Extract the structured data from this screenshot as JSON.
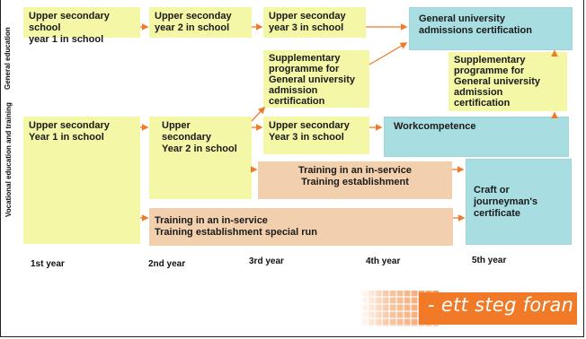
{
  "side_labels": {
    "general": "General education",
    "vocational": "Vocational education and training"
  },
  "boxes": {
    "gen_y1": "Upper secondary school\nyear 1 in  school",
    "gen_y2": "Upper seconday\nyear 2 in school",
    "gen_y3": "Upper seconday\nyear 3 in school",
    "gen_cert": "General university\nadmissions certification",
    "supp_y3": "Supplementary\nprogramme for\nGeneral university\nadmission\ncertification",
    "supp_y5": "Supplementary\nprogramme for\nGeneral university\nadmission\ncertification",
    "voc_y1": "Upper secondary\nYear 1 in school",
    "voc_y2": "Upper secondary\nYear 2 in school",
    "voc_y3": "Upper secondary\nYear 3 in school",
    "workcomp": "Workcompetence",
    "training": "Training in an in-service\nTraining establishment",
    "training_special": "Training in an in-service\nTraining establishment special run",
    "craft": "Craft or\njourneyman's\ncertificate"
  },
  "years": [
    "1st year",
    "2nd year",
    "3rd year",
    "4th year",
    "5th year"
  ],
  "logo": {
    "text": "- ett steg foran"
  },
  "colors": {
    "yellow": "#f3f7a6",
    "tan": "#f2d0ad",
    "blue": "#a8dde2",
    "arrow": "#f07a28"
  }
}
